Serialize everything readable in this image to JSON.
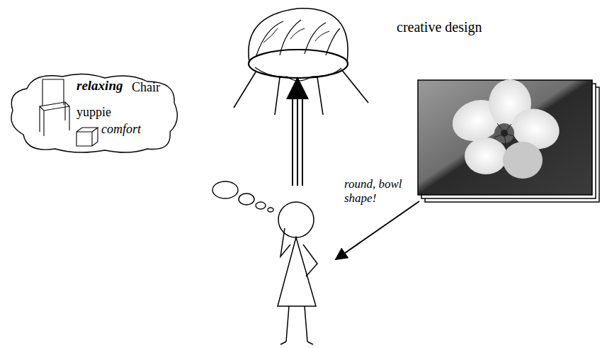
{
  "diagram": {
    "nodes": [
      {
        "text": [
          "relaxing",
          "Chair",
          "yuppie",
          "comfort"
        ]
      }
    ],
    "labels": [
      "creative design",
      "round, bowl shape!"
    ]
  }
}
